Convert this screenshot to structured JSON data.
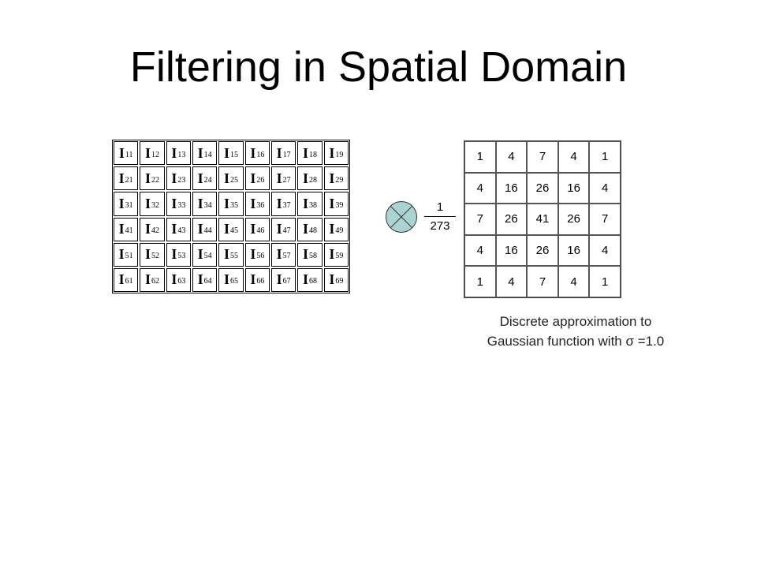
{
  "title": "Filtering in Spatial Domain",
  "image_grid": {
    "rows": [
      [
        "11",
        "12",
        "13",
        "14",
        "15",
        "16",
        "17",
        "18",
        "19"
      ],
      [
        "21",
        "22",
        "23",
        "24",
        "25",
        "26",
        "27",
        "28",
        "29"
      ],
      [
        "31",
        "32",
        "33",
        "34",
        "35",
        "36",
        "37",
        "38",
        "39"
      ],
      [
        "41",
        "42",
        "43",
        "44",
        "45",
        "46",
        "47",
        "48",
        "49"
      ],
      [
        "51",
        "52",
        "53",
        "54",
        "55",
        "56",
        "57",
        "58",
        "59"
      ],
      [
        "61",
        "62",
        "63",
        "64",
        "65",
        "66",
        "67",
        "68",
        "69"
      ]
    ],
    "symbol": "I"
  },
  "operator": {
    "icon": "convolution-circle-icon"
  },
  "normalizer": {
    "numerator": "1",
    "denominator": "273"
  },
  "kernel": {
    "rows": [
      [
        "1",
        "4",
        "7",
        "4",
        "1"
      ],
      [
        "4",
        "16",
        "26",
        "16",
        "4"
      ],
      [
        "7",
        "26",
        "41",
        "26",
        "7"
      ],
      [
        "4",
        "16",
        "26",
        "16",
        "4"
      ],
      [
        "1",
        "4",
        "7",
        "4",
        "1"
      ]
    ]
  },
  "caption": {
    "line1": "Discrete approximation to",
    "line2": "Gaussian function with  σ =1.0"
  }
}
